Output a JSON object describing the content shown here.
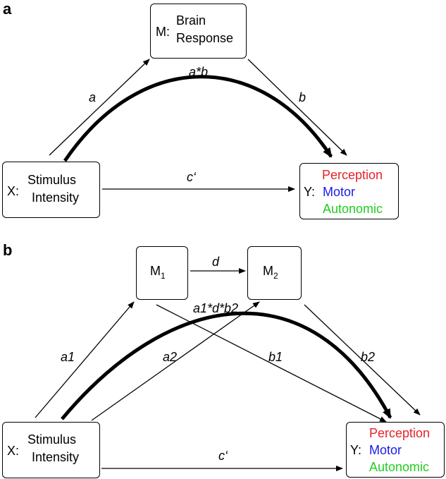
{
  "panel_a": {
    "letter": "a",
    "mediator": {
      "prefix": "M:",
      "line1": "Brain",
      "line2": "Response"
    },
    "x_box": {
      "prefix": "X:",
      "line1": "Stimulus",
      "line2": "Intensity"
    },
    "y_box": {
      "prefix": "Y:",
      "perception": "Perception",
      "motor": "Motor",
      "autonomic": "Autonomic"
    },
    "labels": {
      "a": "a",
      "b": "b",
      "ab": "a*b",
      "c_prime": "c‘"
    }
  },
  "panel_b": {
    "letter": "b",
    "m1": {
      "base": "M",
      "sub": "1"
    },
    "m2": {
      "base": "M",
      "sub": "2"
    },
    "x_box": {
      "prefix": "X:",
      "line1": "Stimulus",
      "line2": "Intensity"
    },
    "y_box": {
      "prefix": "Y:",
      "perception": "Perception",
      "motor": "Motor",
      "autonomic": "Autonomic"
    },
    "labels": {
      "a1": "a1",
      "a2": "a2",
      "b1": "b1",
      "b2": "b2",
      "d": "d",
      "a1db2": "a1*d*b2",
      "c_prime": "c‘"
    }
  },
  "colors": {
    "perception": "#e8202a",
    "motor": "#1a1ae6",
    "autonomic": "#22cc22"
  }
}
